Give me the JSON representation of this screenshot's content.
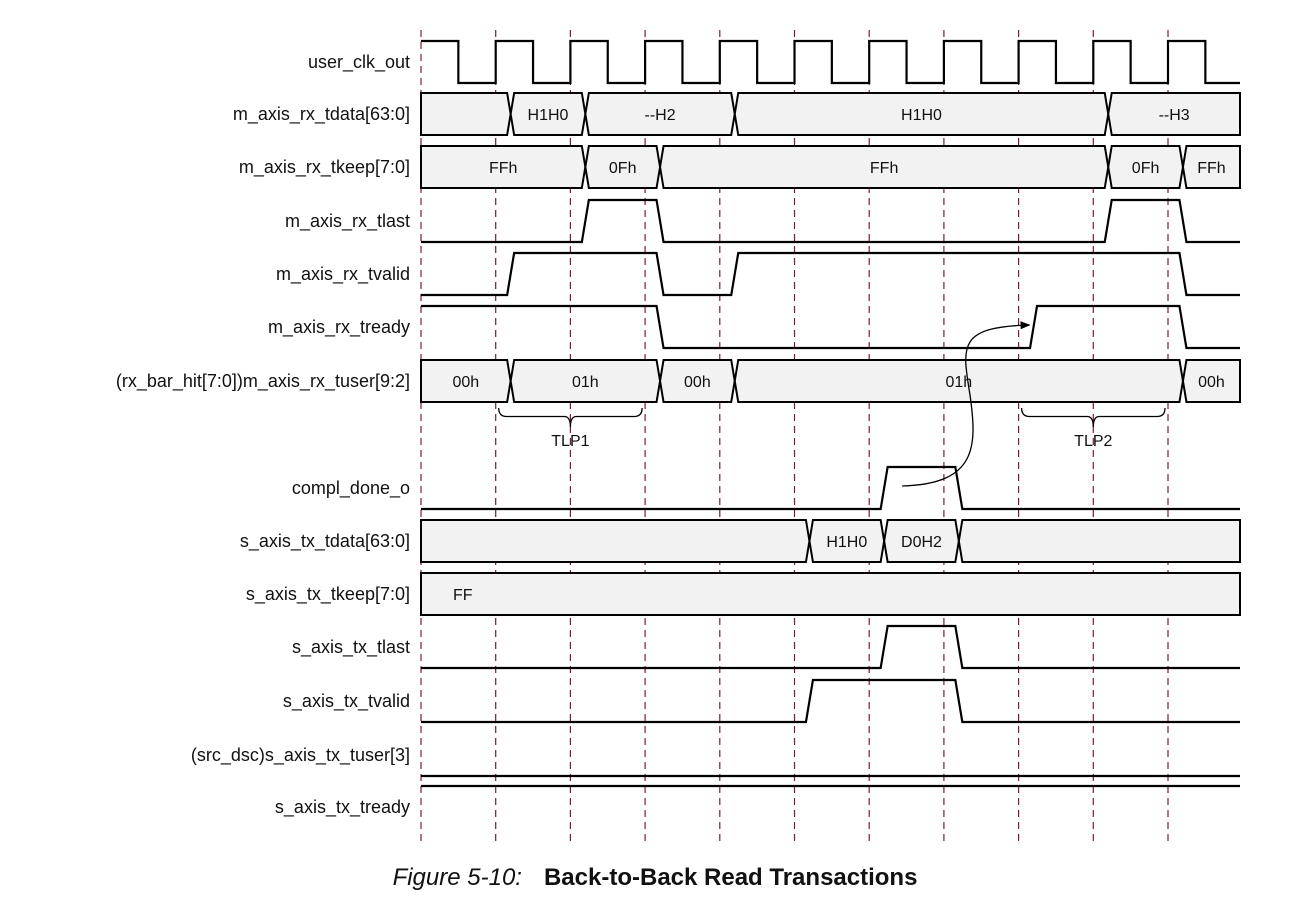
{
  "colors": {
    "bus_fill": "#f2f2f2",
    "line": "#000000",
    "cycle_marker": "#7a1f2b"
  },
  "signals": [
    {
      "name": "user_clk_out",
      "kind": "clock"
    },
    {
      "name": "m_axis_rx_tdata[63:0]",
      "kind": "bus",
      "segments": [
        {
          "from": 0,
          "to": 1.2,
          "value": ""
        },
        {
          "from": 1.2,
          "to": 2.2,
          "value": "H1H0"
        },
        {
          "from": 2.2,
          "to": 4.2,
          "value": "--H2"
        },
        {
          "from": 4.2,
          "to": 9.2,
          "value": "H1H0"
        },
        {
          "from": 9.2,
          "to": 11,
          "value": "--H3"
        }
      ]
    },
    {
      "name": "m_axis_rx_tkeep[7:0]",
      "kind": "bus",
      "segments": [
        {
          "from": 0,
          "to": 2.2,
          "value": "FFh"
        },
        {
          "from": 2.2,
          "to": 3.2,
          "value": "0Fh"
        },
        {
          "from": 3.2,
          "to": 9.2,
          "value": "FFh"
        },
        {
          "from": 9.2,
          "to": 10.2,
          "value": "0Fh"
        },
        {
          "from": 10.2,
          "to": 11,
          "value": "FFh"
        }
      ]
    },
    {
      "name": "m_axis_rx_tlast",
      "kind": "wave",
      "init": 0,
      "edges": [
        2.2,
        3.2,
        9.2,
        10.2
      ]
    },
    {
      "name": "m_axis_rx_tvalid",
      "kind": "wave",
      "init": 0,
      "edges": [
        1.2,
        3.2,
        4.2,
        10.2
      ]
    },
    {
      "name": "m_axis_rx_tready",
      "kind": "wave",
      "init": 1,
      "edges": [
        3.2,
        8.2,
        10.2
      ]
    },
    {
      "name": "(rx_bar_hit[7:0])m_axis_rx_tuser[9:2]",
      "kind": "bus",
      "segments": [
        {
          "from": 0,
          "to": 1.2,
          "value": "00h"
        },
        {
          "from": 1.2,
          "to": 3.2,
          "value": "01h"
        },
        {
          "from": 3.2,
          "to": 4.2,
          "value": "00h"
        },
        {
          "from": 4.2,
          "to": 10.2,
          "value": "01h"
        },
        {
          "from": 10.2,
          "to": 11,
          "value": "00h"
        }
      ]
    },
    {
      "name": "compl_done_o",
      "kind": "wave",
      "init": 0,
      "edges": [
        6.2,
        7.2
      ]
    },
    {
      "name": "s_axis_tx_tdata[63:0]",
      "kind": "bus",
      "segments": [
        {
          "from": 0,
          "to": 5.2,
          "value": ""
        },
        {
          "from": 5.2,
          "to": 6.2,
          "value": "H1H0"
        },
        {
          "from": 6.2,
          "to": 7.2,
          "value": "D0H2"
        },
        {
          "from": 7.2,
          "to": 11,
          "value": ""
        }
      ]
    },
    {
      "name": "s_axis_tx_tkeep[7:0]",
      "kind": "bus",
      "label_left": true,
      "segments": [
        {
          "from": 0,
          "to": 11,
          "value": "FF"
        }
      ]
    },
    {
      "name": "s_axis_tx_tlast",
      "kind": "wave",
      "init": 0,
      "edges": [
        6.2,
        7.2
      ]
    },
    {
      "name": "s_axis_tx_tvalid",
      "kind": "wave",
      "init": 0,
      "edges": [
        5.2,
        7.2
      ]
    },
    {
      "name": "(src_dsc)s_axis_tx_tuser[3]",
      "kind": "wave",
      "init": 0,
      "edges": []
    },
    {
      "name": "s_axis_tx_tready",
      "kind": "wave",
      "init": 1,
      "edges": []
    }
  ],
  "brackets": [
    {
      "label": "TLP1",
      "from": 1,
      "to": 3
    },
    {
      "label": "TLP2",
      "from": 8,
      "to": 10
    }
  ],
  "arrow": {
    "from_signal": "compl_done_o",
    "to_signal": "m_axis_rx_tready"
  },
  "caption": {
    "number": "Figure 5-10:",
    "title": "Back-to-Back Read Transactions"
  }
}
